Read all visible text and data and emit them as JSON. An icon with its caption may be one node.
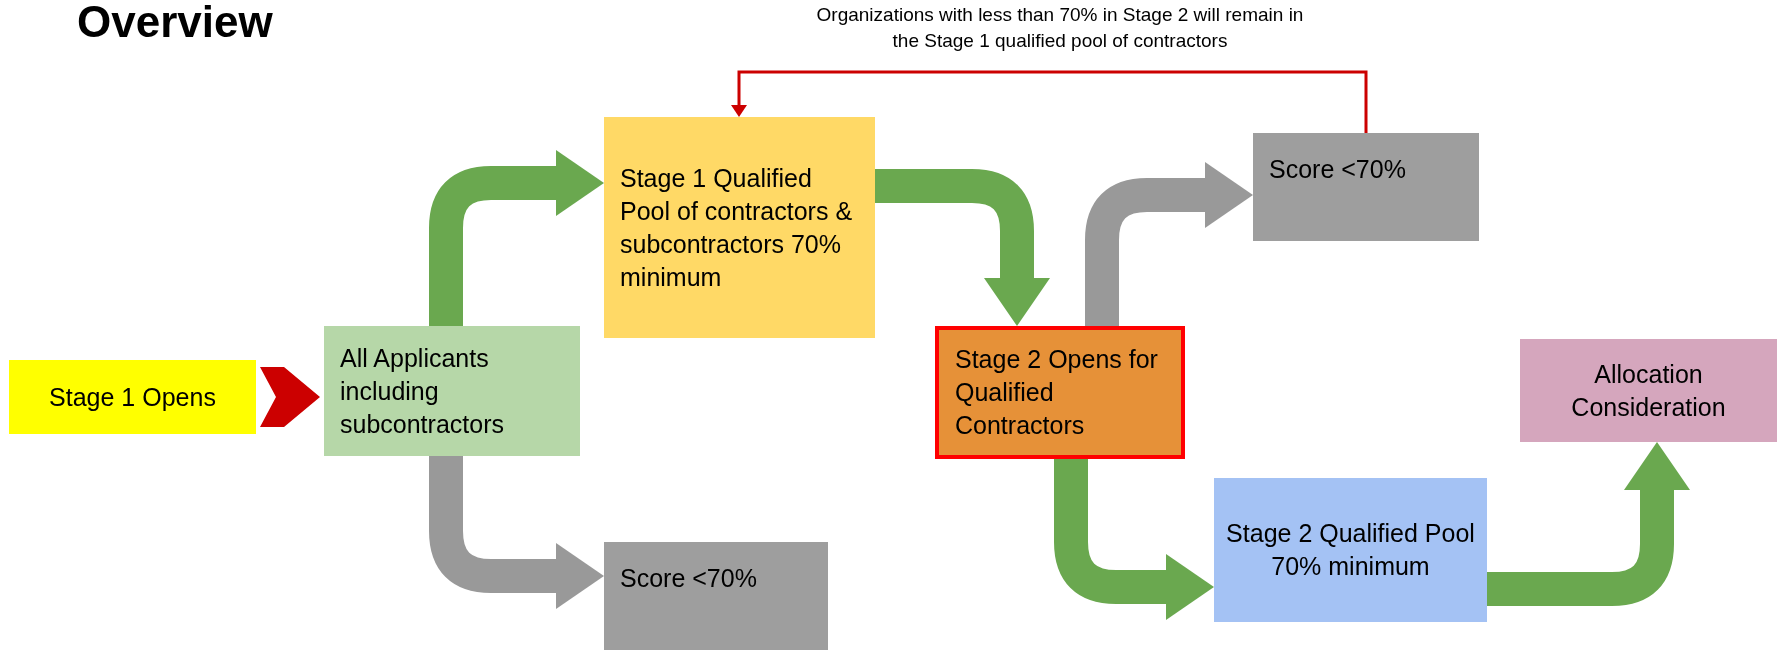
{
  "diagram": {
    "title": "Overview",
    "nodes": [
      {
        "text": [
          "Stage 1 Opens"
        ]
      },
      {
        "text": [
          "All Applicants including subcontractors"
        ]
      },
      {
        "text": [
          "Stage 1 Qualified Pool of contractors & subcontractors 70% minimum"
        ]
      },
      {
        "text": [
          "Score <70%"
        ]
      },
      {
        "text": [
          "Stage 2 Opens for Qualified Contractors"
        ]
      },
      {
        "text": [
          "Score <70%"
        ]
      },
      {
        "text": [
          "Stage 2 Qualified Pool 70% minimum"
        ]
      },
      {
        "text": [
          "Allocation Consideration"
        ]
      }
    ],
    "edges": [
      {
        "from": 0,
        "to": 1,
        "arrow": "to",
        "color": "#cc0000"
      },
      {
        "from": 1,
        "to": 2,
        "arrow": "to"
      },
      {
        "from": 1,
        "to": 3,
        "arrow": "to",
        "color": "#999999"
      },
      {
        "from": 2,
        "to": 4,
        "arrow": "to"
      },
      {
        "from": 4,
        "to": 5,
        "arrow": "to",
        "color": "#999999"
      },
      {
        "from": 4,
        "to": 6,
        "arrow": "to"
      },
      {
        "from": 6,
        "to": 7,
        "arrow": "to"
      },
      {
        "from": 5,
        "to": 2,
        "arrow": "to",
        "color": "#cc0000",
        "label": "Organizations with less than 70% in Stage 2 will remain in the Stage 1 qualified pool of contractors"
      }
    ]
  }
}
